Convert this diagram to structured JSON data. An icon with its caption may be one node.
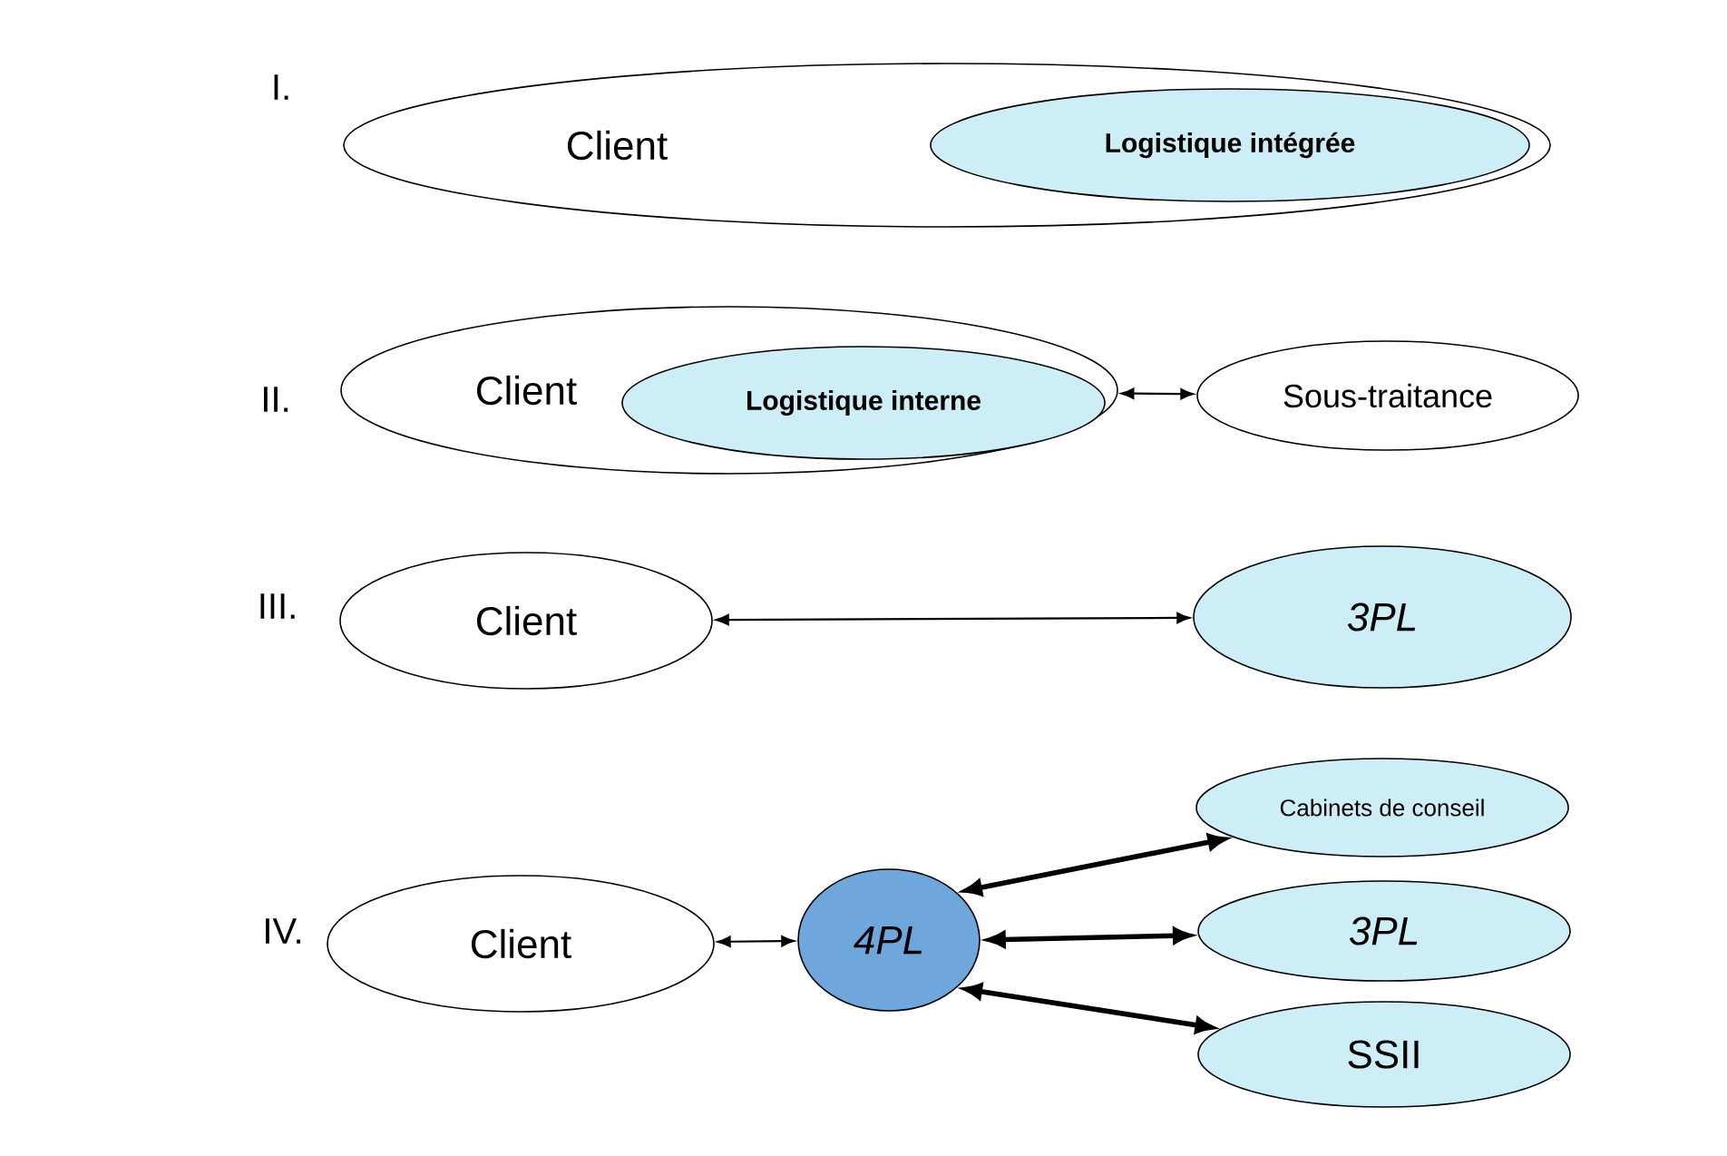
{
  "diagram": {
    "nodes": [
      {
        "text": [
          "Client"
        ]
      },
      {
        "text": [
          "Logistique intégrée"
        ],
        "in": 0
      },
      {
        "text": [
          "Client"
        ]
      },
      {
        "text": [
          "Logistique interne"
        ],
        "in": 2
      },
      {
        "text": [
          "Sous-traitance"
        ]
      },
      {
        "text": [
          "Client"
        ]
      },
      {
        "text": [
          "3PL"
        ]
      },
      {
        "text": [
          "Client"
        ]
      },
      {
        "text": [
          "4PL"
        ]
      },
      {
        "text": [
          "Cabinets de conseil"
        ]
      },
      {
        "text": [
          "3PL"
        ]
      },
      {
        "text": [
          "SSII"
        ]
      }
    ],
    "edges": [
      {
        "from": 2,
        "to": 4,
        "arrow": "both"
      },
      {
        "from": 5,
        "to": 6,
        "arrow": "both"
      },
      {
        "from": 7,
        "to": 8,
        "arrow": "both"
      },
      {
        "from": 8,
        "to": 9,
        "arrow": "both",
        "style": "thick"
      },
      {
        "from": 8,
        "to": 10,
        "arrow": "both",
        "style": "thick"
      },
      {
        "from": 8,
        "to": 11,
        "arrow": "both",
        "style": "thick"
      }
    ],
    "labels": [
      "I.",
      "II.",
      "III.",
      "IV."
    ]
  }
}
